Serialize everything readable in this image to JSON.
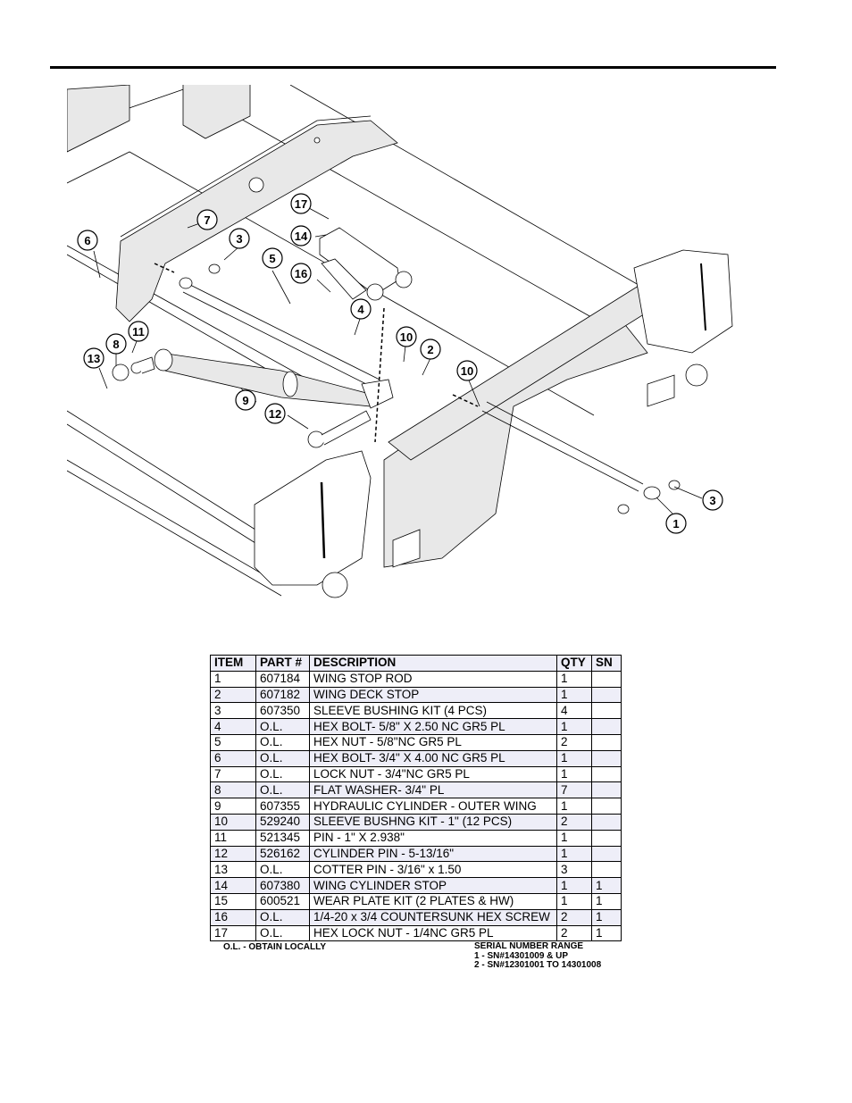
{
  "page": {
    "header_rule": true
  },
  "drawing": {
    "description": "Exploded view of wing stop / hydraulic cylinder assembly",
    "callouts": [
      "6",
      "7",
      "3",
      "5",
      "17",
      "14",
      "16",
      "4",
      "11",
      "8",
      "13",
      "10",
      "2",
      "10",
      "9",
      "12",
      "3",
      "1"
    ]
  },
  "parts_table": {
    "headers": [
      "ITEM",
      "PART #",
      "DESCRIPTION",
      "QTY",
      "SN"
    ],
    "rows": [
      [
        "1",
        "607184",
        "WING STOP ROD",
        "1",
        ""
      ],
      [
        "2",
        "607182",
        "WING DECK STOP",
        "1",
        ""
      ],
      [
        "3",
        "607350",
        "SLEEVE BUSHING KIT (4 PCS)",
        "4",
        ""
      ],
      [
        "4",
        "O.L.",
        "HEX BOLT- 5/8\" X 2.50 NC GR5 PL",
        "1",
        ""
      ],
      [
        "5",
        "O.L.",
        "HEX NUT - 5/8\"NC GR5 PL",
        "2",
        ""
      ],
      [
        "6",
        "O.L.",
        "HEX BOLT- 3/4\" X 4.00 NC GR5 PL",
        "1",
        ""
      ],
      [
        "7",
        "O.L.",
        "LOCK NUT - 3/4\"NC GR5 PL",
        "1",
        ""
      ],
      [
        "8",
        "O.L.",
        "FLAT WASHER- 3/4\" PL",
        "7",
        ""
      ],
      [
        "9",
        "607355",
        "HYDRAULIC CYLINDER - OUTER WING",
        "1",
        ""
      ],
      [
        "10",
        "529240",
        "SLEEVE BUSHNG KIT - 1\" (12 PCS)",
        "2",
        ""
      ],
      [
        "11",
        "521345",
        "PIN - 1\" X 2.938\"",
        "1",
        ""
      ],
      [
        "12",
        "526162",
        "CYLINDER PIN - 5-13/16\"",
        "1",
        ""
      ],
      [
        "13",
        "O.L.",
        "COTTER PIN - 3/16\" x 1.50",
        "3",
        ""
      ],
      [
        "14",
        "607380",
        "WING CYLINDER STOP",
        "1",
        "1"
      ],
      [
        "15",
        "600521",
        "WEAR PLATE KIT (2 PLATES & HW)",
        "1",
        "1"
      ],
      [
        "16",
        "O.L.",
        "1/4-20 x 3/4 COUNTERSUNK HEX SCREW",
        "2",
        "1"
      ],
      [
        "17",
        "O.L.",
        "HEX LOCK NUT - 1/4NC GR5 PL",
        "2",
        "1"
      ]
    ]
  },
  "notes": {
    "ol_note": "O.L. - OBTAIN LOCALLY",
    "serial_title": "SERIAL NUMBER RANGE",
    "serial_1": "1 - SN#14301009 & UP",
    "serial_2": "2 - SN#12301001 TO 14301008"
  },
  "colors": {
    "row_shade": "#eeeef8",
    "part_fill": "#e8e8e8",
    "line": "#000000"
  }
}
